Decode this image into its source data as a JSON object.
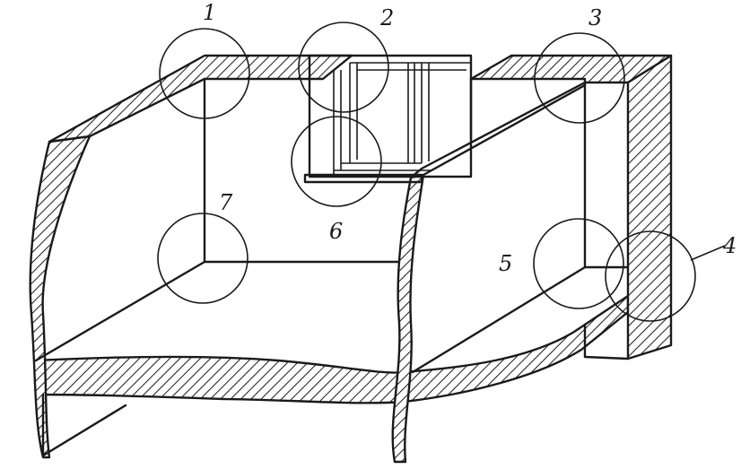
{
  "callouts": [
    {
      "id": "1",
      "label": "1"
    },
    {
      "id": "2",
      "label": "2"
    },
    {
      "id": "3",
      "label": "3"
    },
    {
      "id": "4",
      "label": "4"
    },
    {
      "id": "5",
      "label": "5"
    },
    {
      "id": "6",
      "label": "6"
    },
    {
      "id": "7",
      "label": "7"
    }
  ],
  "colors": {
    "ink": "#1a1a1a",
    "paper": "#ffffff"
  }
}
